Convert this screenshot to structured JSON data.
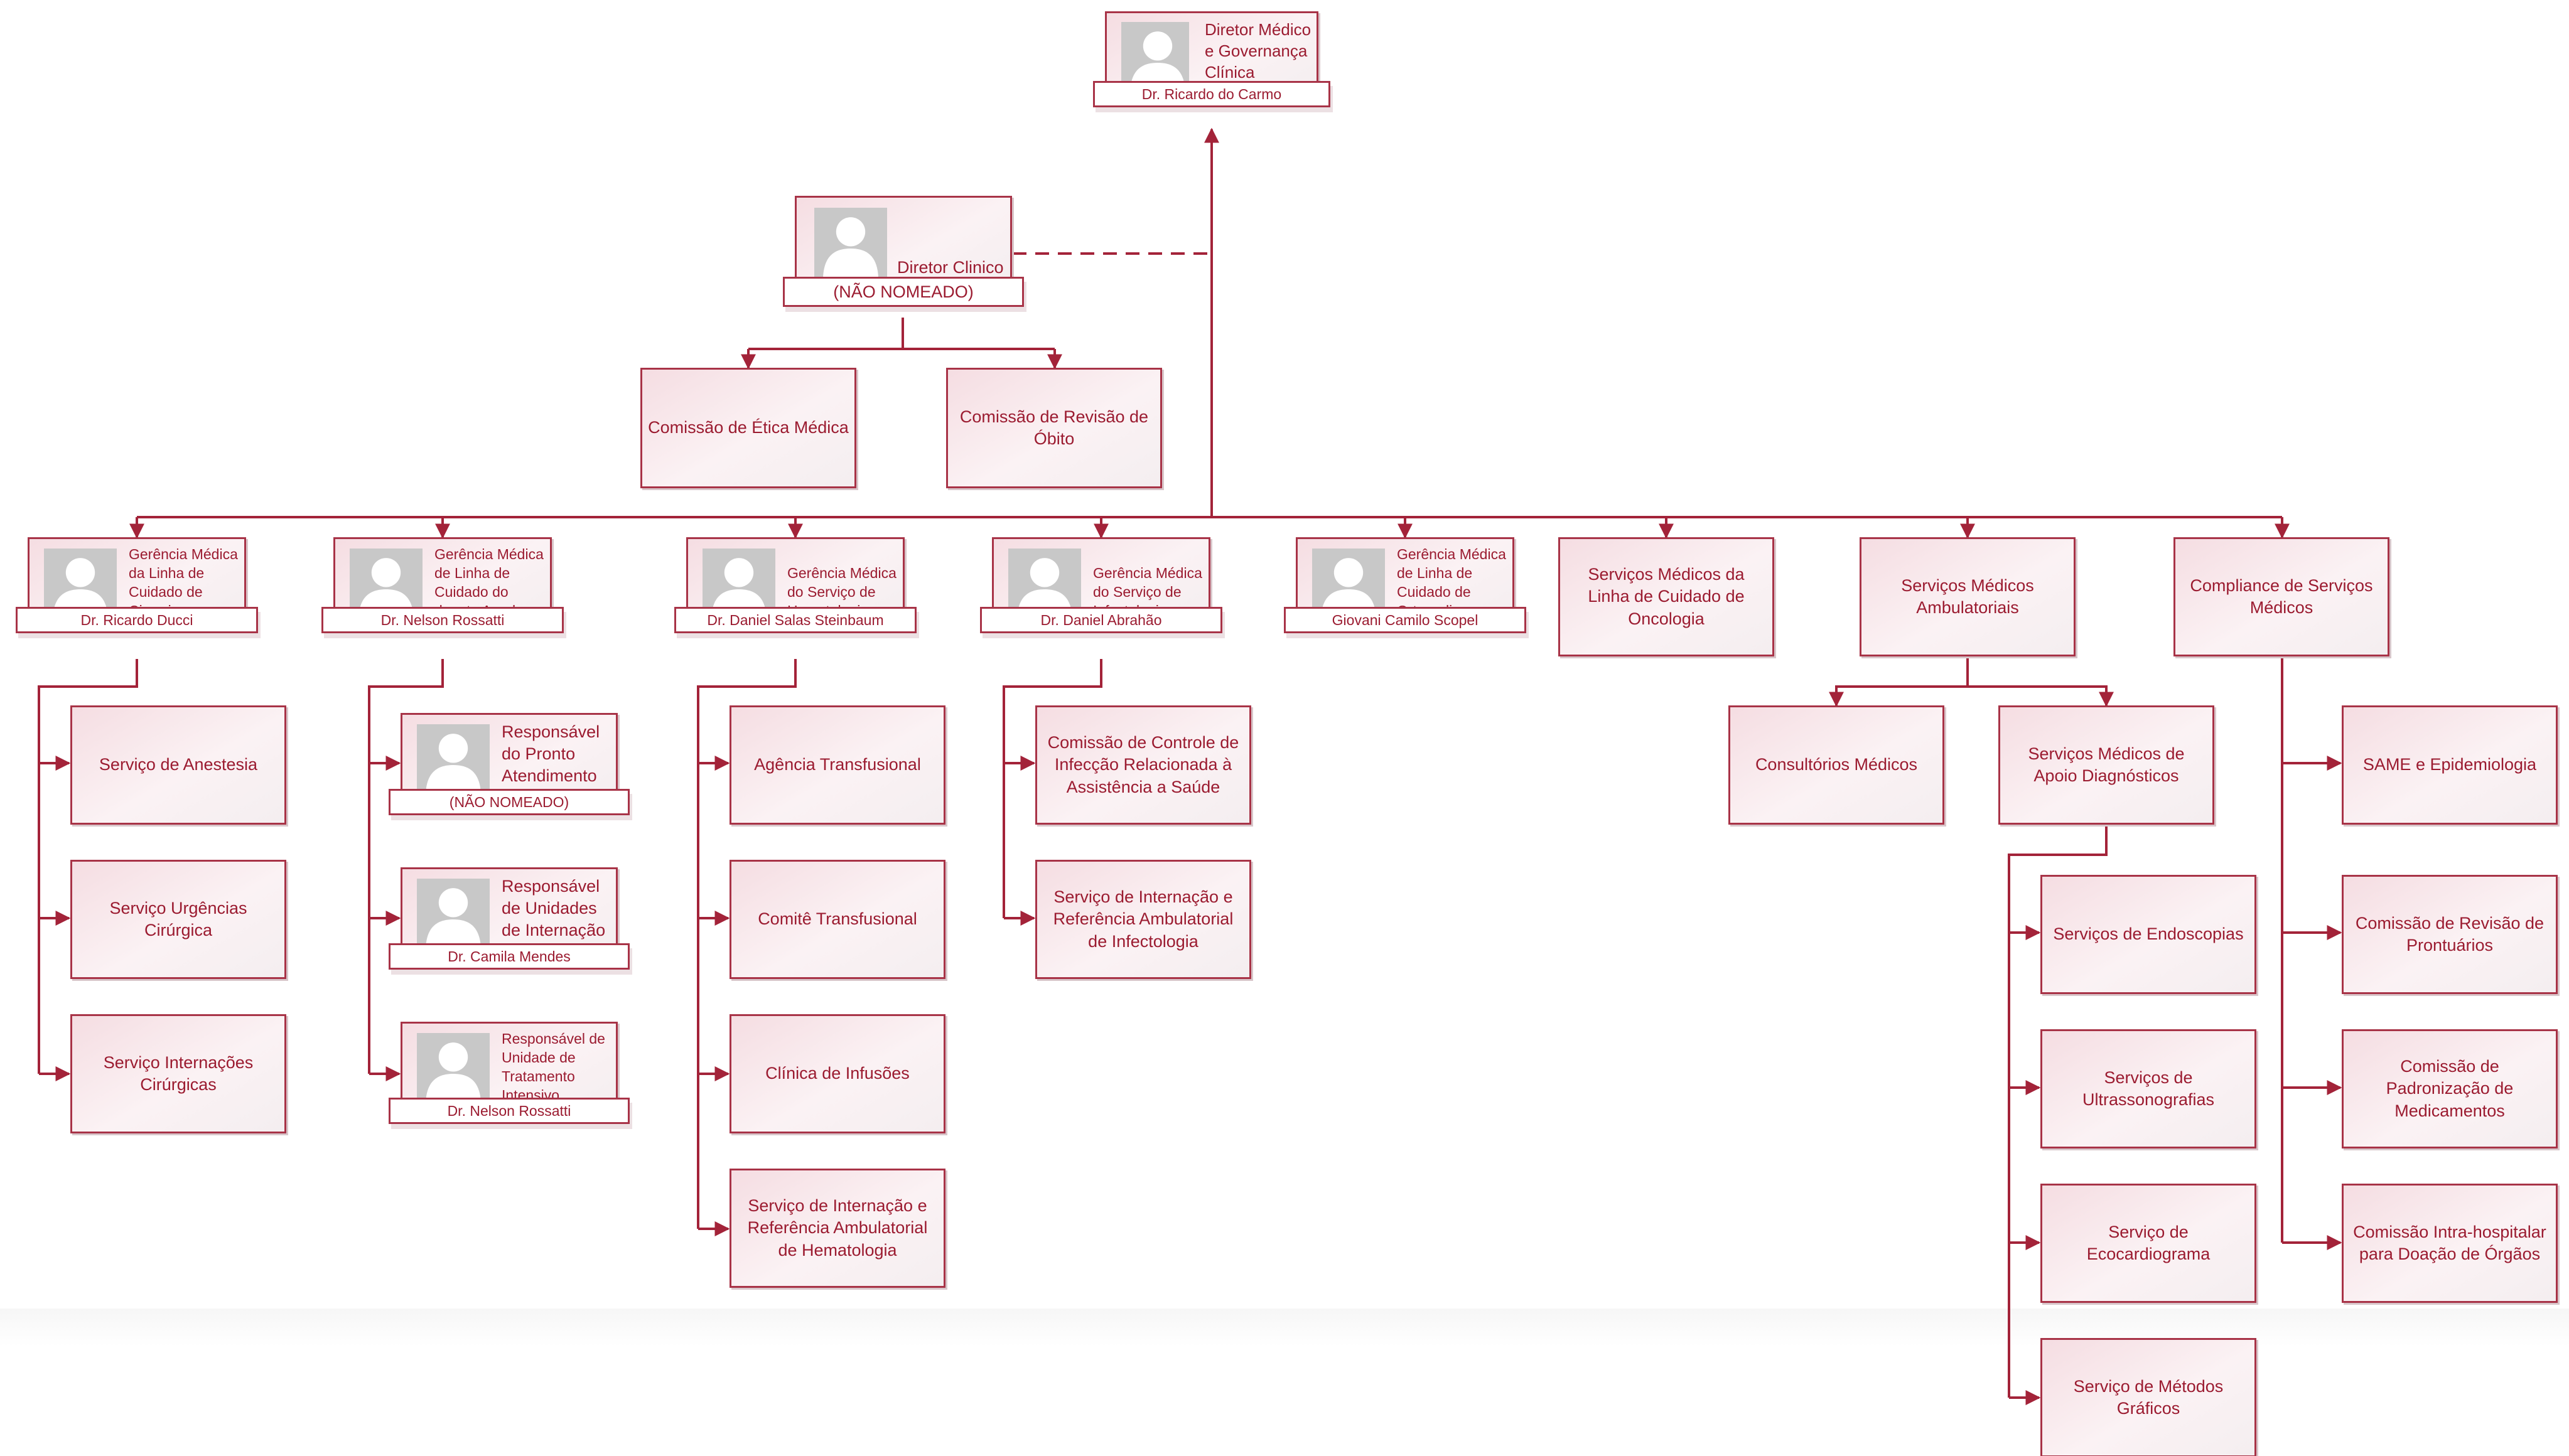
{
  "colors": {
    "line": "#a32339",
    "border": "#a83347",
    "text": "#9b1b30",
    "avatar": "#c8c8c8"
  },
  "icons": {
    "avatar": "person-placeholder-icon"
  },
  "top": {
    "title": "Diretor Médico e Governança Clínica",
    "name": "Dr. Ricardo do Carmo"
  },
  "clinical": {
    "title": "Diretor Clinico",
    "name": "(NÃO NOMEADO)",
    "committees": [
      "Comissão de Ética Médica",
      "Comissão de Revisão de Óbito"
    ]
  },
  "managers": [
    {
      "title": "Gerência Médica da Linha de Cuidado de Cirurgias",
      "name": "Dr. Ricardo Ducci"
    },
    {
      "title": "Gerência Médica de Linha de Cuidado do doente Agudo",
      "name": "Dr. Nelson Rossatti"
    },
    {
      "title": "Gerência Médica do Serviço de Hematologia",
      "name": "Dr. Daniel Salas Steinbaum"
    },
    {
      "title": "Gerência Médica do Serviço de Infectologia",
      "name": "Dr. Daniel Abrahão"
    },
    {
      "title": "Gerência Médica de Linha de Cuidado de Ortopedia",
      "name": "Giovani Camilo Scopel"
    }
  ],
  "units": [
    "Serviços Médicos da Linha de Cuidado de Oncologia",
    "Serviços Médicos Ambulatoriais",
    "Compliance de Serviços Médicos"
  ],
  "surgery_services": [
    "Serviço de Anestesia",
    "Serviço Urgências Cirúrgica",
    "Serviço Internações Cirúrgicas"
  ],
  "acute_roles": [
    {
      "title": "Responsável do Pronto Atendimento",
      "name": "(NÃO NOMEADO)"
    },
    {
      "title": "Responsável de Unidades de Internação",
      "name": "Dr. Camila Mendes"
    },
    {
      "title": "Responsável de Unidade de Tratamento Intensivo",
      "name": "Dr. Nelson Rossatti"
    }
  ],
  "hematology_services": [
    "Agência Transfusional",
    "Comitê Transfusional",
    "Clínica de Infusões",
    "Serviço de Internação e Referência Ambulatorial de Hematologia"
  ],
  "infectology_services": [
    "Comissão de Controle de Infecção Relacionada à Assistência a Saúde",
    "Serviço de Internação e Referência Ambulatorial de Infectologia"
  ],
  "ambulatory": [
    "Consultórios Médicos",
    "Serviços Médicos de Apoio Diagnósticos"
  ],
  "diagnostic_services": [
    "Serviços de Endoscopias",
    "Serviços de Ultrassonografias",
    "Serviço de Ecocardiograma",
    "Serviço de Métodos Gráficos"
  ],
  "compliance_services": [
    "SAME e Epidemiologia",
    "Comissão de Revisão de Prontuários",
    "Comissão de Padronização de Medicamentos",
    "Comissão Intra-hospitalar para Doação de Órgãos"
  ]
}
